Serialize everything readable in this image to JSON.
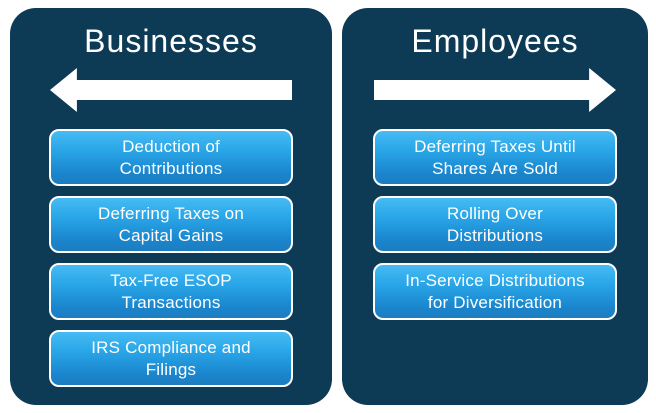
{
  "colors": {
    "page_background": "#ffffff",
    "panel_background": "#0d3a55",
    "box_gradient_top": "#47bbf3",
    "box_gradient_bottom": "#1d7dbf",
    "box_border": "#ffffff",
    "text": "#ffffff",
    "arrow": "#ffffff"
  },
  "panels": [
    {
      "title": "Businesses",
      "arrow_direction": "left",
      "arrow_icon": "left-block-arrow",
      "items": [
        "Deduction of\nContributions",
        "Deferring Taxes on\nCapital Gains",
        "Tax-Free ESOP\nTransactions",
        "IRS Compliance and\nFilings"
      ]
    },
    {
      "title": "Employees",
      "arrow_direction": "right",
      "arrow_icon": "right-block-arrow",
      "items": [
        "Deferring Taxes Until\nShares Are Sold",
        "Rolling Over\nDistributions",
        "In-Service Distributions\nfor Diversification"
      ]
    }
  ]
}
